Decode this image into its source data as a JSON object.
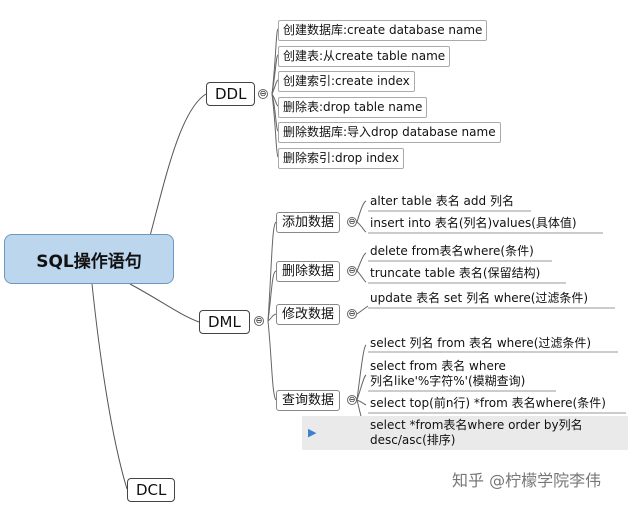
{
  "root": "SQL操作语句",
  "ddl": {
    "label": "DDL",
    "items": [
      "创建数据库:create database name",
      "创建表:从create table name",
      "创建索引:create index",
      "删除表:drop table name",
      "删除数据库:导入drop database name",
      "删除索引:drop index"
    ]
  },
  "dml": {
    "label": "DML",
    "groups": [
      {
        "label": "添加数据",
        "items": [
          "alter table 表名 add 列名",
          "insert into 表名(列名)values(具体值)"
        ]
      },
      {
        "label": "删除数据",
        "items": [
          "delete from表名where(条件)",
          "truncate  table 表名(保留结构)"
        ]
      },
      {
        "label": "修改数据",
        "items": [
          "update 表名 set 列名 where(过滤条件)"
        ]
      },
      {
        "label": "查询数据",
        "items": [
          "select 列名 from 表名 where(过滤条件)",
          "select from 表名 where",
          "列名like'%字符%'(模糊查询)",
          "select top(前n行) *from 表名where(条件)",
          "select *from表名where order by列名",
          "desc/asc(排序)"
        ]
      }
    ]
  },
  "dcl": {
    "label": "DCL"
  },
  "collapse_glyph": "⊖",
  "watermark": "知乎 @柠檬学院李伟",
  "colors": {
    "root_fill": "#bcd6ee",
    "root_border": "#6e97bf",
    "selection": "#eaeaea",
    "arrow": "#3b7fd0"
  }
}
